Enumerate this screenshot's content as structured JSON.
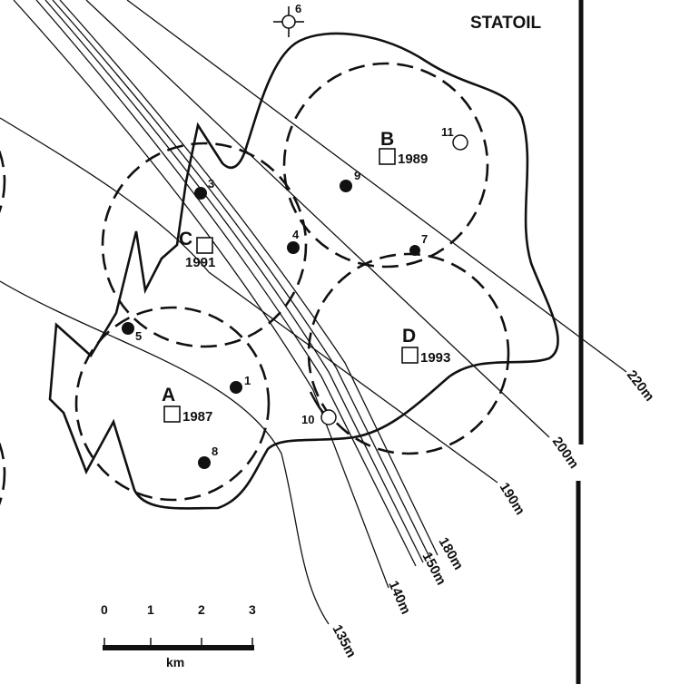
{
  "title": "STATOIL",
  "platforms": [
    {
      "id": "A",
      "year": "1987"
    },
    {
      "id": "B",
      "year": "1989"
    },
    {
      "id": "C",
      "year": "1991"
    },
    {
      "id": "D",
      "year": "1993"
    }
  ],
  "wells": {
    "w1": "1",
    "w3": "3",
    "w4": "4",
    "w5": "5",
    "w6": "6",
    "w7": "7",
    "w8": "8",
    "w9": "9",
    "w10": "10",
    "w11": "11"
  },
  "contours": {
    "c220": "220m",
    "c200": "200m",
    "c190": "190m",
    "c180": "180m",
    "c150": "150m",
    "c140": "140m",
    "c135": "135m"
  },
  "scale": {
    "ticks": [
      "0",
      "1",
      "2",
      "3"
    ],
    "unit": "km"
  },
  "colors": {
    "ink": "#111111",
    "paper": "#ffffff"
  }
}
